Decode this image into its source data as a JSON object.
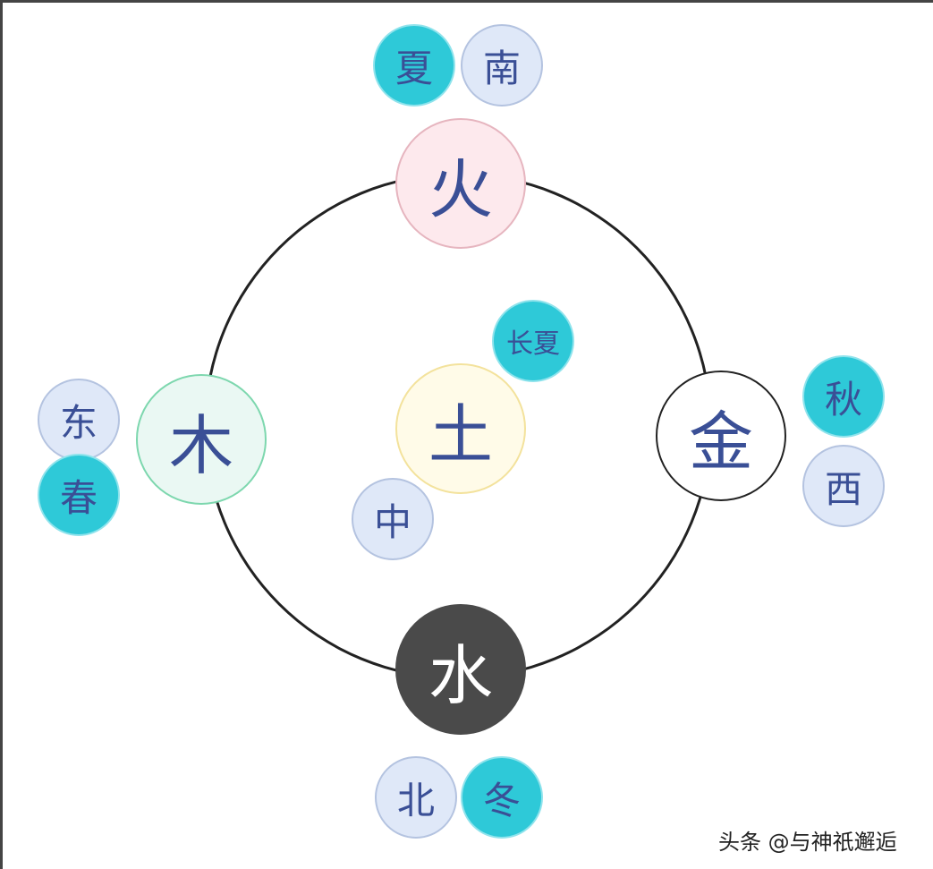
{
  "elements": {
    "fire": "火",
    "earth": "土",
    "wood": "木",
    "metal": "金",
    "water": "水"
  },
  "labels": {
    "summer": "夏",
    "south": "南",
    "late_summer": "长夏",
    "center": "中",
    "east": "东",
    "spring": "春",
    "autumn": "秋",
    "west": "西",
    "north": "北",
    "winter": "冬"
  },
  "watermark": "头条 @与神祇邂逅",
  "colors": {
    "teal": "#2ec9d8",
    "light_blue": "#dfe8f8",
    "text": "#3a4f96",
    "water": "#4a4a4a"
  }
}
